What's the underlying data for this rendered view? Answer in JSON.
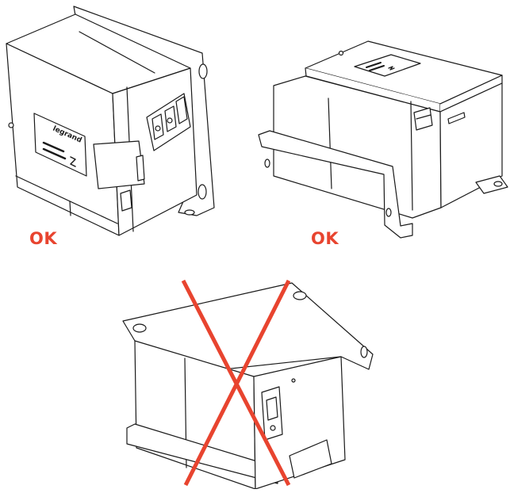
{
  "labels": {
    "ok_left": "OK",
    "ok_right": "OK"
  },
  "plate": {
    "brand": "legrand"
  },
  "colors": {
    "ok_text": "#e8442f",
    "cross": "#e8442f",
    "line": "#1a1a1a",
    "fill": "#ffffff"
  },
  "figures": [
    {
      "id": "wall-mount-vertical",
      "status": "ok"
    },
    {
      "id": "floor-mount-horizontal",
      "status": "ok"
    },
    {
      "id": "ceiling-mount-inverted",
      "status": "not-allowed"
    }
  ]
}
